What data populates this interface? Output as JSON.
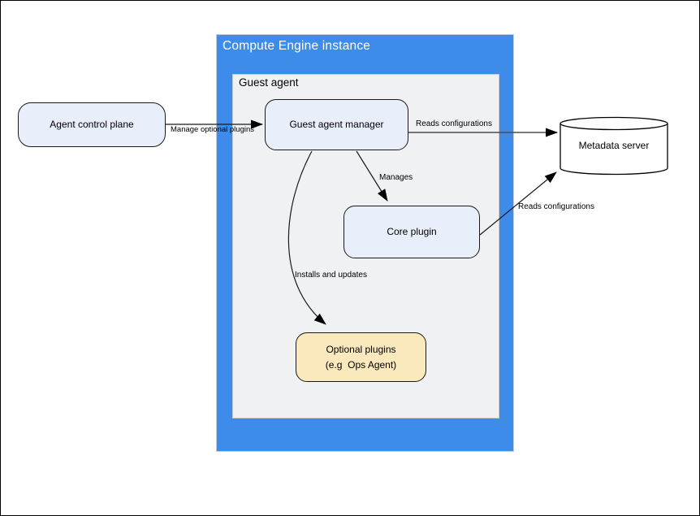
{
  "diagram": {
    "outer_container": {
      "title": "Compute Engine instance"
    },
    "inner_container": {
      "title": "Guest agent"
    },
    "colors": {
      "container_blue": "#3e8ce9",
      "panel_gray": "#f0f1f3",
      "node_blue_fill": "#e8eefa",
      "node_yellow_fill": "#fae9bc",
      "node_border": "#1a1a1a",
      "cylinder_fill": "#ffffff",
      "title_text": "#ffffff"
    },
    "nodes": [
      {
        "id": "agent-control-plane",
        "shape": "rounded-rect",
        "label": "Agent control plane"
      },
      {
        "id": "guest-agent-manager",
        "shape": "rounded-rect",
        "label": "Guest agent manager"
      },
      {
        "id": "core-plugin",
        "shape": "rounded-rect",
        "label": "Core plugin"
      },
      {
        "id": "optional-plugins",
        "shape": "rounded-rect",
        "label_line1": "Optional plugins",
        "label_line2": "(e.g  Ops Agent)"
      },
      {
        "id": "metadata-server",
        "shape": "cylinder",
        "label": "Metadata server"
      }
    ],
    "edges": [
      {
        "from": "agent-control-plane",
        "to": "guest-agent-manager",
        "label": "Manage optional plugins"
      },
      {
        "from": "guest-agent-manager",
        "to": "metadata-server",
        "label": "Reads configurations"
      },
      {
        "from": "guest-agent-manager",
        "to": "core-plugin",
        "label": "Manages"
      },
      {
        "from": "core-plugin",
        "to": "metadata-server",
        "label": "Reads configurations"
      },
      {
        "from": "guest-agent-manager",
        "to": "optional-plugins",
        "label": "Installs and updates"
      }
    ]
  }
}
